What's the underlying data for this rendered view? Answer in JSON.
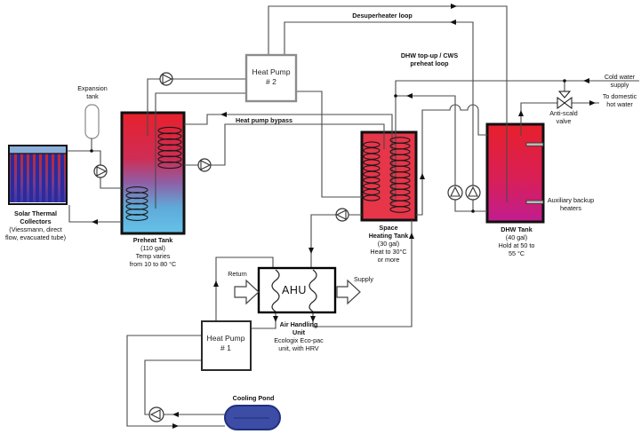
{
  "colors": {
    "hot_red": "#e8202c",
    "cold_blue": "#64c3e8",
    "magenta": "#c01d90",
    "space_tank_red": "#e73549",
    "collector_navy": "#2b2b9e",
    "collector_hot": "#c62828",
    "collector_header": "#8cb0da",
    "pond_blue": "#3d4da6",
    "pipe_gray": "#4a4a4a"
  },
  "flow_labels": {
    "desuperheater_loop": "Desuperheater loop",
    "dhw_topup_lines": [
      "DHW top-up / CWS",
      "preheat loop"
    ],
    "heat_pump_bypass": "Heat pump bypass",
    "cold_water_lines": [
      "Cold water",
      "supply"
    ],
    "domestic_hot_lines": [
      "To domestic",
      "hot water"
    ],
    "return_air": "Return",
    "supply_air": "Supply"
  },
  "components": {
    "solar_collectors": {
      "name_lines": [
        "Solar Thermal",
        "Collectors"
      ],
      "detail_lines": [
        "(Viessmann, direct",
        "flow, evacuated tube)"
      ]
    },
    "expansion_tank": {
      "label_lines": [
        "Expansion",
        "tank"
      ]
    },
    "preheat_tank": {
      "name": "Preheat Tank",
      "detail_lines": [
        "(110 gal)",
        "Temp varies",
        "from 10 to 80 °C"
      ]
    },
    "heat_pump_2": {
      "name": "Heat Pump",
      "unit": "# 2"
    },
    "heat_pump_1": {
      "name": "Heat Pump",
      "unit": "# 1"
    },
    "space_heating_tank": {
      "name_lines": [
        "Space",
        "Heating Tank"
      ],
      "detail_lines": [
        "(30 gal)",
        "Heat to 30°C",
        "or more"
      ]
    },
    "dhw_tank": {
      "name": "DHW Tank",
      "detail_lines": [
        "(40 gal)",
        "Hold at 50 to",
        "55 °C"
      ]
    },
    "ahu": {
      "short_name": "AHU",
      "name_lines": [
        "Air Handling",
        "Unit"
      ],
      "detail_lines": [
        "Ecologix Eco-pac",
        "unit, with HRV"
      ]
    },
    "cooling_pond": {
      "name": "Cooling Pond"
    },
    "anti_scald_valve": {
      "label_lines": [
        "Anti-scald",
        "valve"
      ]
    },
    "aux_heaters": {
      "label_lines": [
        "Auxiliary backup",
        "heaters"
      ]
    }
  }
}
